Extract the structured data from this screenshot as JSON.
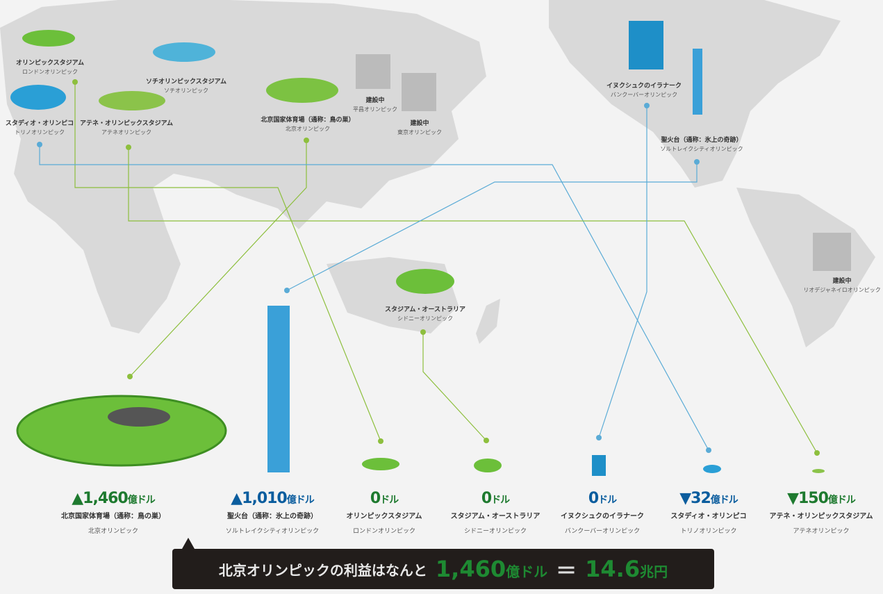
{
  "map_labels": [
    {
      "name": "オリンピックスタジアム",
      "olympics": "ロンドンオリンピック"
    },
    {
      "name": "ソチオリンピックスタジアム",
      "olympics": "ソチオリンピック"
    },
    {
      "name": "スタディオ・オリンピコ",
      "olympics": "トリノオリンピック"
    },
    {
      "name": "アテネ・オリンピックスタジアム",
      "olympics": "アテネオリンピック"
    },
    {
      "name": "北京国家体育場（通称：鳥の巣）",
      "olympics": "北京オリンピック"
    },
    {
      "name": "建設中",
      "olympics": "平昌オリンピック"
    },
    {
      "name": "建設中",
      "olympics": "東京オリンピック"
    },
    {
      "name": "イヌクシュクのイラナーク",
      "olympics": "バンクーバーオリンピック"
    },
    {
      "name": "聖火台（通称：氷上の奇跡）",
      "olympics": "ソルトレイクシティオリンピック"
    },
    {
      "name": "建設中",
      "olympics": "リオデジャネイロオリンピック"
    },
    {
      "name": "スタジアム・オーストラリア",
      "olympics": "シドニーオリンピック"
    }
  ],
  "results": [
    {
      "value": "▲1,460",
      "unit": "億ドル",
      "name": "北京国家体育場（通称：鳥の巣）",
      "olympics": "北京オリンピック",
      "color": "#1e7a2f"
    },
    {
      "value": "▲1,010",
      "unit": "億ドル",
      "name": "聖火台（通称：氷上の奇跡）",
      "olympics": "ソルトレイクシティオリンピック",
      "color": "#0b5d9e"
    },
    {
      "value": "0",
      "unit": "ドル",
      "name": "オリンピックスタジアム",
      "olympics": "ロンドンオリンピック",
      "color": "#1e7a2f"
    },
    {
      "value": "0",
      "unit": "ドル",
      "name": "スタジアム・オーストラリア",
      "olympics": "シドニーオリンピック",
      "color": "#1e7a2f"
    },
    {
      "value": "0",
      "unit": "ドル",
      "name": "イヌクシュクのイラナーク",
      "olympics": "バンクーバーオリンピック",
      "color": "#0b5d9e"
    },
    {
      "value": "▼32",
      "unit": "億ドル",
      "name": "スタディオ・オリンピコ",
      "olympics": "トリノオリンピック",
      "color": "#0b5d9e"
    },
    {
      "value": "▼150",
      "unit": "億ドル",
      "name": "アテネ・オリンピックスタジアム",
      "olympics": "アテネオリンピック",
      "color": "#1e7a2f"
    }
  ],
  "banner": {
    "text": "北京オリンピックの利益はなんと",
    "amount": "1,460",
    "amount_unit": "億ドル",
    "equals": "＝",
    "yen": "14.6",
    "yen_unit": "兆円"
  }
}
